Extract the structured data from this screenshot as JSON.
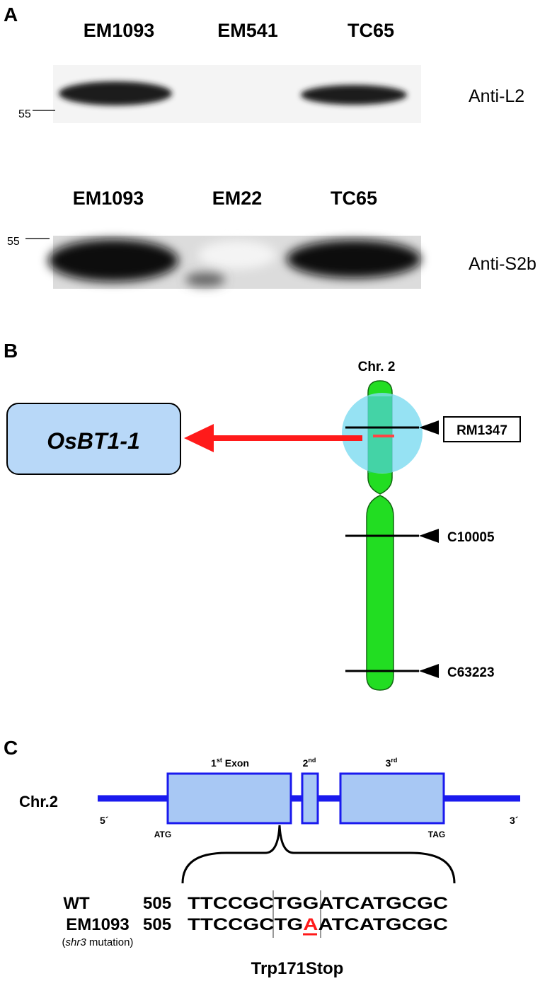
{
  "panel_a": {
    "label": "A",
    "blot1": {
      "lanes": [
        "EM1093",
        "EM541",
        "TC65"
      ],
      "marker": "55",
      "antibody": "Anti-L2"
    },
    "blot2": {
      "lanes": [
        "EM1093",
        "EM22",
        "TC65"
      ],
      "marker": "55",
      "antibody": "Anti-S2b"
    }
  },
  "panel_b": {
    "label": "B",
    "chromosome": "Chr. 2",
    "gene": "OsBT1-1",
    "markers": [
      "RM1347",
      "C10005",
      "C63223"
    ]
  },
  "panel_c": {
    "label": "C",
    "chrom": "Chr.2",
    "five_prime": "5´",
    "three_prime": "3´",
    "exons": [
      {
        "num": "1",
        "sup": "st",
        "word": " Exon"
      },
      {
        "num": "2",
        "sup": "nd",
        "word": ""
      },
      {
        "num": "3",
        "sup": "rd",
        "word": ""
      }
    ],
    "start_codon": "ATG",
    "stop_codon": "TAG",
    "seq_rows": [
      {
        "name": "WT",
        "pos": "505",
        "seq_before": "TTCCGCTGG",
        "mut": "",
        "seq_after": "ATCATGCGC"
      },
      {
        "name": "EM1093",
        "pos": "505",
        "seq_before": "TTCCGCTG",
        "mut": "A",
        "seq_after": "ATCATGCGC"
      }
    ],
    "note_italic": "shr3",
    "note_rest": " mutation)",
    "note_open": "(",
    "result": "Trp171Stop"
  },
  "colors": {
    "green": "#22dd22",
    "cyan_circle": "#7fdcf0",
    "red": "#ff1a1a",
    "exon_fill": "#a8c8f4",
    "exon_stroke": "#1a1aee",
    "box_fill": "#b8d8f8"
  }
}
